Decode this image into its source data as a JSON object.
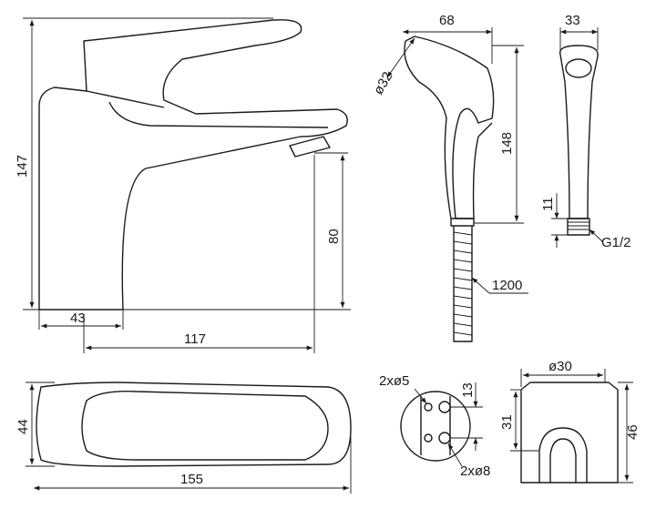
{
  "faucet_side": {
    "height": "147",
    "base_offset": "43",
    "reach": "117",
    "spout_height": "80"
  },
  "hand_shower_front": {
    "width": "68",
    "diameter": "ø32",
    "height": "148",
    "hose_length": "1200"
  },
  "hand_shower_side": {
    "width": "33",
    "thread_length": "11",
    "thread": "G1/2"
  },
  "faucet_top": {
    "width": "44",
    "length": "155"
  },
  "holder_round": {
    "small_holes": "2xø5",
    "spacing": "13",
    "large_holes": "2xø8"
  },
  "holder_box": {
    "diameter": "ø30",
    "inner_height": "31",
    "height": "46"
  }
}
